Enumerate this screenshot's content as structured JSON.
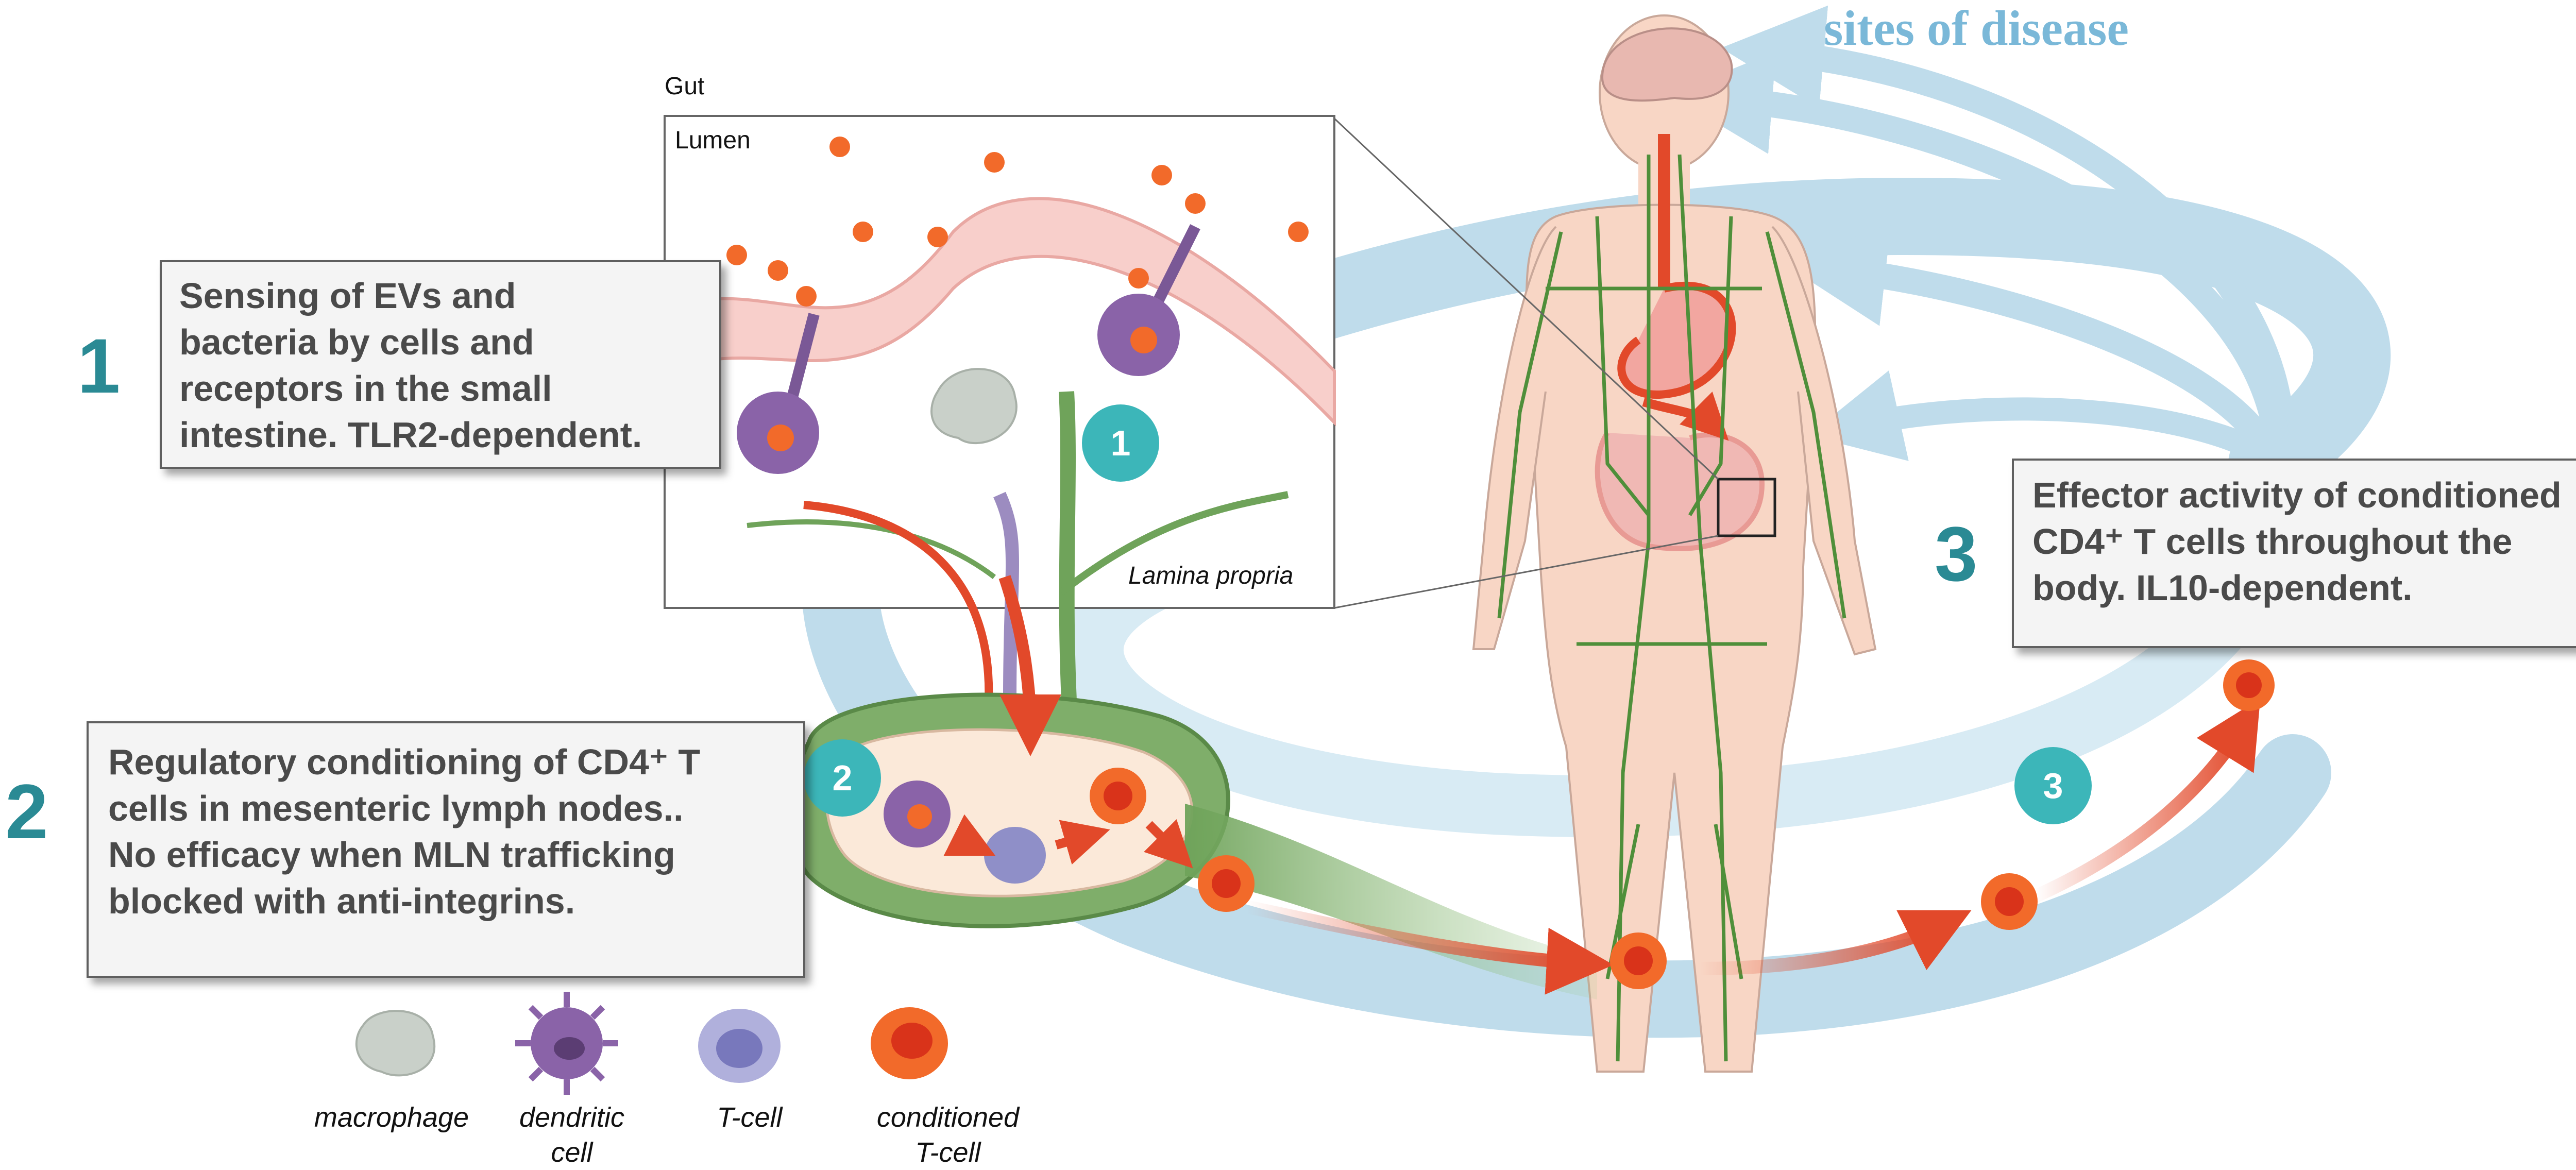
{
  "title": "sites of disease",
  "gut_panel": {
    "gut_label": "Gut",
    "lumen_label": "Lumen",
    "lamina_label": "Lamina propria"
  },
  "steps": [
    {
      "number": "1",
      "badge": "1",
      "text": "Sensing of EVs and\nbacteria by cells and\nreceptors in the small\nintestine. TLR2-dependent."
    },
    {
      "number": "2",
      "badge": "2",
      "text": "Regulatory conditioning of CD4⁺ T\ncells in mesenteric lymph nodes..\nNo efficacy when MLN trafficking\nblocked with anti-integrins."
    },
    {
      "number": "3",
      "badge": "3",
      "text": "Effector activity of conditioned\nCD4⁺ T cells throughout the\nbody. IL10-dependent."
    }
  ],
  "legend": [
    {
      "icon": "macrophage-icon",
      "label": "macrophage",
      "color": "#c9d0c9"
    },
    {
      "icon": "dendritic-cell-icon",
      "label": "dendritic\ncell",
      "color": "#8a63a8"
    },
    {
      "icon": "t-cell-icon",
      "label": "T-cell",
      "color": "#8f8fc8"
    },
    {
      "icon": "conditioned-t-cell-icon",
      "label": "conditioned\nT-cell",
      "color": "#f26a2a"
    }
  ],
  "colors": {
    "teal": "#2a8a94",
    "badge": "#3cb6b9",
    "flow_blue": "#bfdceb",
    "arrow_red": "#e2492a",
    "lymph_green": "#7fae6a",
    "skin": "#f8d6c5"
  }
}
